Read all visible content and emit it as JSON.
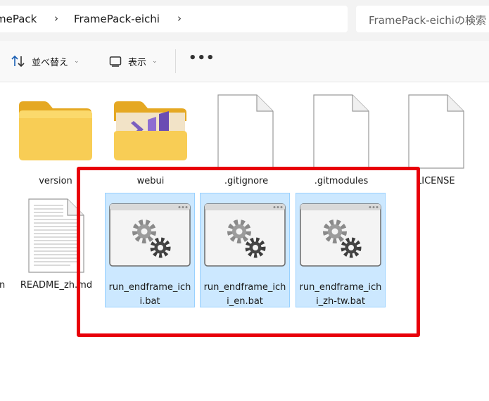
{
  "breadcrumb": {
    "items": [
      "mePack",
      "FramePack-eichi"
    ]
  },
  "search": {
    "placeholder": "FramePack-eichiの検索"
  },
  "toolbar": {
    "sort_label": "並べ替え",
    "view_label": "表示",
    "more_label": "•••"
  },
  "row1": [
    {
      "name": "version",
      "icon": "folder-icon"
    },
    {
      "name": "webui",
      "icon": "vs-folder-icon"
    },
    {
      "name": ".gitignore",
      "icon": "file-icon"
    },
    {
      "name": ".gitmodules",
      "icon": "file-icon"
    },
    {
      "name": "LICENSE",
      "icon": "file-icon"
    }
  ],
  "row2": [
    {
      "name": "n",
      "icon": ""
    },
    {
      "name": "README_zh.md",
      "icon": "text-file-icon"
    },
    {
      "name_line1": "run_endframe_ich",
      "name_line2": "i.bat",
      "icon": "bat-file-icon",
      "selected": true
    },
    {
      "name_line1": "run_endframe_ich",
      "name_line2": "i_en.bat",
      "icon": "bat-file-icon",
      "selected": true
    },
    {
      "name_line1": "run_endframe_ich",
      "name_line2": "i_zh-tw.bat",
      "icon": "bat-file-icon",
      "selected": true
    }
  ],
  "colors": {
    "selection": "#cce8ff",
    "selection_border": "#99d1ff",
    "highlight": "#e8000a",
    "folder": "#f7c948"
  }
}
